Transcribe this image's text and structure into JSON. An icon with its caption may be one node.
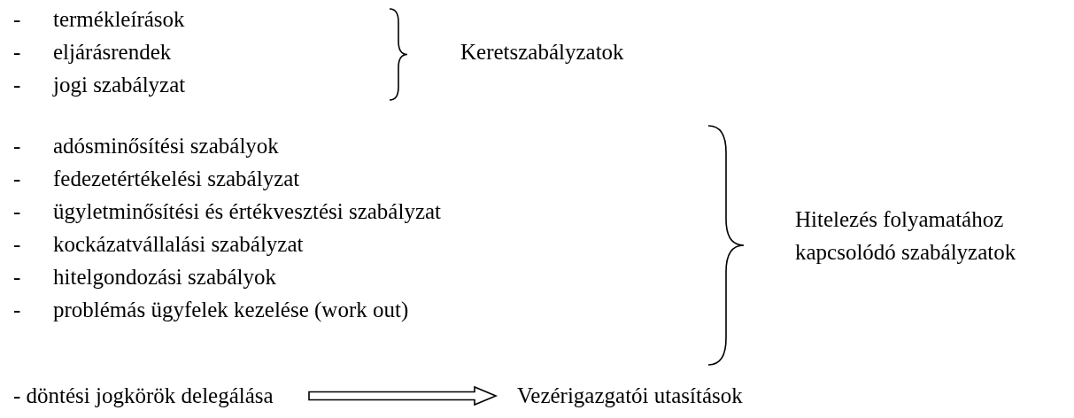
{
  "diagram": {
    "nodes": [
      {
        "text": [
          "- döntési jogkörök delegálása"
        ]
      },
      {
        "text": [
          "Vezérigazgatói utasítások"
        ]
      }
    ],
    "edges": [
      {
        "from": 0,
        "to": 1,
        "arrow": "to"
      }
    ],
    "labels": [
      "-",
      "termékleírások",
      "-",
      "eljárásrendek",
      "Keretszabályzatok",
      "-",
      "jogi szabályzat",
      "-",
      "adósminősítési szabályok",
      "-",
      "fedezetértékelési szabályzat",
      "-",
      "ügyletminősítési és értékvesztési szabályzat",
      "Hitelezés folyamatához kapcsolódó szabályzatok",
      "-",
      "kockázatvállalási szabályzat",
      "-",
      "hitelgondozási szabályok",
      "-",
      "problémás ügyfelek kezelése (work out)"
    ]
  }
}
